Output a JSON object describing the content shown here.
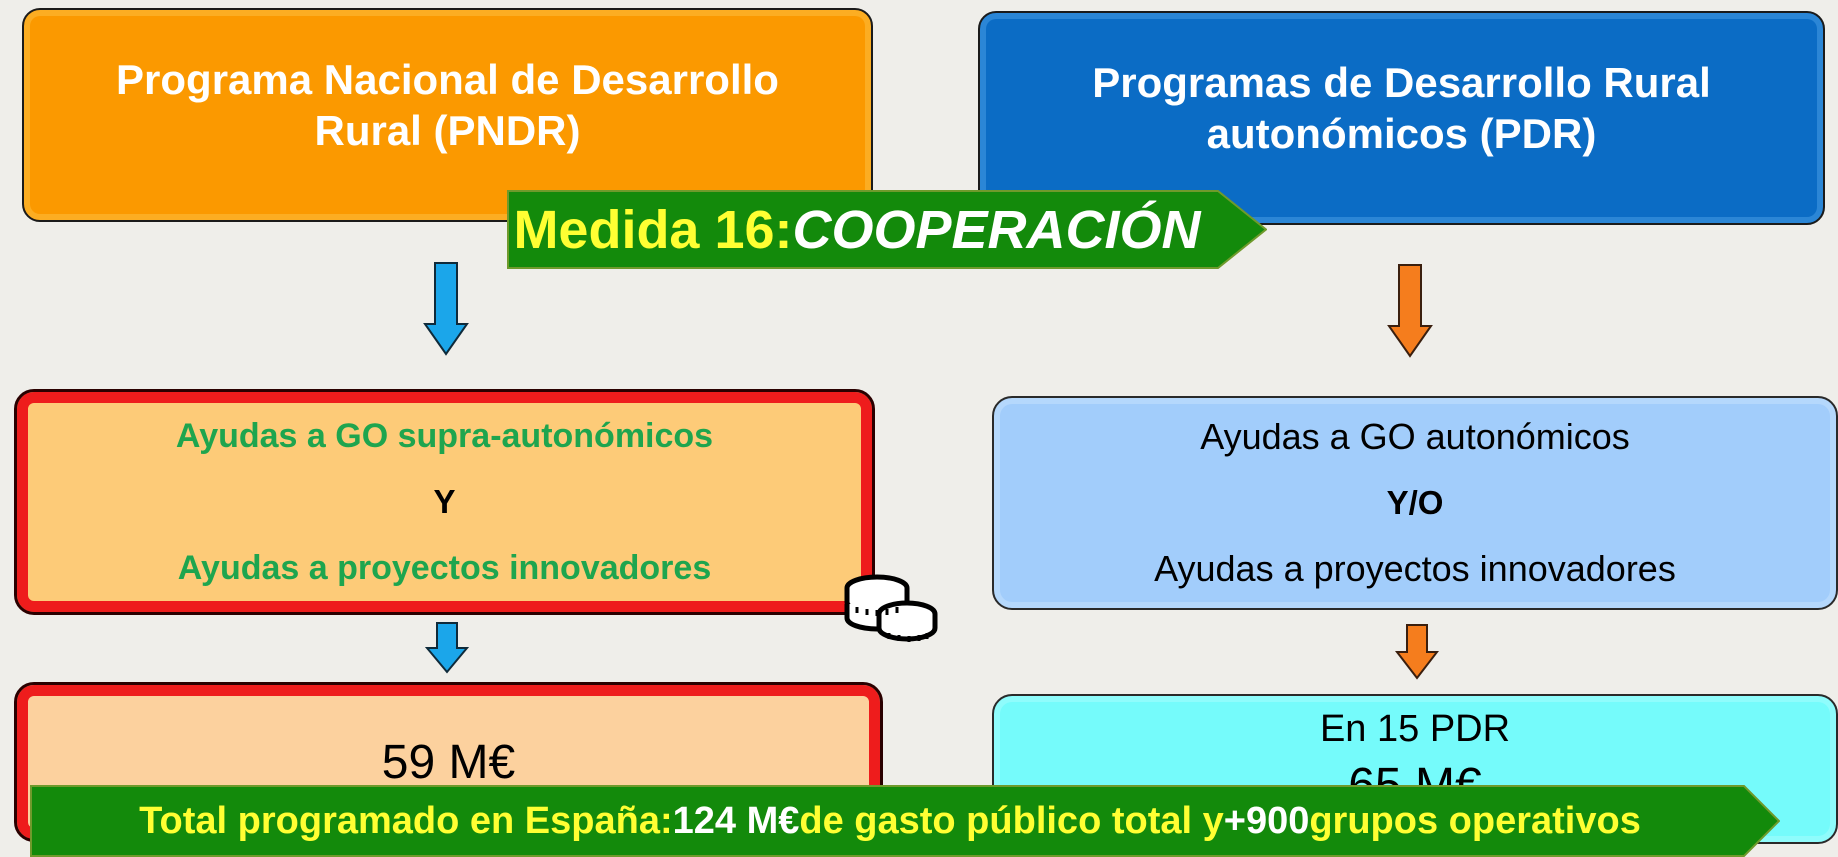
{
  "pndr": {
    "line1": "Programa Nacional de Desarrollo",
    "line2": "Rural (PNDR)"
  },
  "pdr": {
    "line1": "Programas de Desarrollo Rural",
    "line2": "autonómicos  (PDR)"
  },
  "medida": {
    "prefix": "Medida 16: ",
    "name": "COOPERACIÓN"
  },
  "pndr_aid": {
    "line1": "Ayudas a GO supra-autonómicos",
    "connector": "Y",
    "line2": "Ayudas a proyectos innovadores"
  },
  "pdr_aid": {
    "line1": "Ayudas a GO autonómicos",
    "connector": "Y/O",
    "line2": "Ayudas a proyectos innovadores"
  },
  "pndr_amount": {
    "value": "59 M€"
  },
  "pdr_amount": {
    "line1": "En 15 PDR",
    "line2": "65 M€"
  },
  "total": {
    "part1": "Total programado en España: ",
    "part2": "124 M€",
    "part3": " de gasto público total y ",
    "part4": "+900",
    "part5": " grupos operativos"
  },
  "icons": {
    "arrow_left": "down-arrow-icon",
    "arrow_right": "down-arrow-icon",
    "coins": "coins-icon"
  },
  "colors": {
    "pndr": "#fb9900",
    "pdr": "#0b6cc5",
    "banner": "#138a0b",
    "banner_text": "#ffff33",
    "aid_left_text": "#1ea54e",
    "aid_left_border": "#ee1c1c",
    "arrow_left": "#1ba6ea",
    "arrow_right": "#f57d1d",
    "right_aid_bg": "#a2cdfb",
    "right_amount_bg": "#75fbfb"
  }
}
